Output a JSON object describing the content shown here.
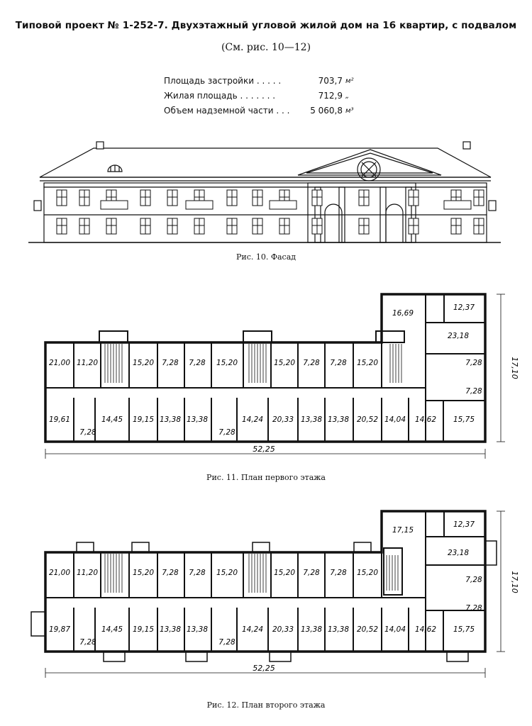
{
  "header": {
    "title": "Типовой проект № 1-252-7. Двухэтажный угловой жилой дом на 16 квартир, с подвалом",
    "subtitle": "(См. рис. 10—12)"
  },
  "stats": [
    {
      "label": "Площадь застройки . . . . .",
      "value": "703,7",
      "unit": "м²"
    },
    {
      "label": "Жилая площадь . . . . . . .",
      "value": "712,9",
      "unit": "„"
    },
    {
      "label": "Объем надземной части . . .",
      "value": "5 060,8",
      "unit": "м³"
    }
  ],
  "captions": {
    "fig10": "Рис. 10. Фасад",
    "fig11": "Рис. 11. План первого этажа",
    "fig12": "Рис. 12. План второго этажа"
  },
  "plan1": {
    "overall_length": "52,25",
    "overall_width": "17,10",
    "top_rooms": [
      "21,00",
      "11,20",
      "15,20",
      "7,28",
      "7,28",
      "15,20",
      "15,20",
      "7,28",
      "7,28",
      "15,20"
    ],
    "bottom_rooms": [
      "19,61",
      "7,28",
      "14,45",
      "19,15",
      "13,38",
      "13,38",
      "7,28",
      "14,24",
      "20,33",
      "13,38",
      "13,38",
      "20,52",
      "14,04",
      "14,62",
      "15,75"
    ],
    "wing_rooms": [
      "16,69",
      "12,37",
      "23,18",
      "7,28",
      "7,28"
    ]
  },
  "plan2": {
    "overall_length": "52,25",
    "overall_width": "17,10",
    "top_rooms": [
      "21,00",
      "11,20",
      "15,20",
      "7,28",
      "7,28",
      "15,20",
      "15,20",
      "7,28",
      "7,28",
      "15,20"
    ],
    "bottom_rooms": [
      "19,87",
      "7,28",
      "14,45",
      "19,15",
      "13,38",
      "13,38",
      "7,28",
      "14,24",
      "20,33",
      "13,38",
      "13,38",
      "20,52",
      "14,04",
      "14,62",
      "15,75"
    ],
    "wing_rooms": [
      "17,15",
      "12,37",
      "23,18",
      "7,28",
      "7,28"
    ]
  }
}
